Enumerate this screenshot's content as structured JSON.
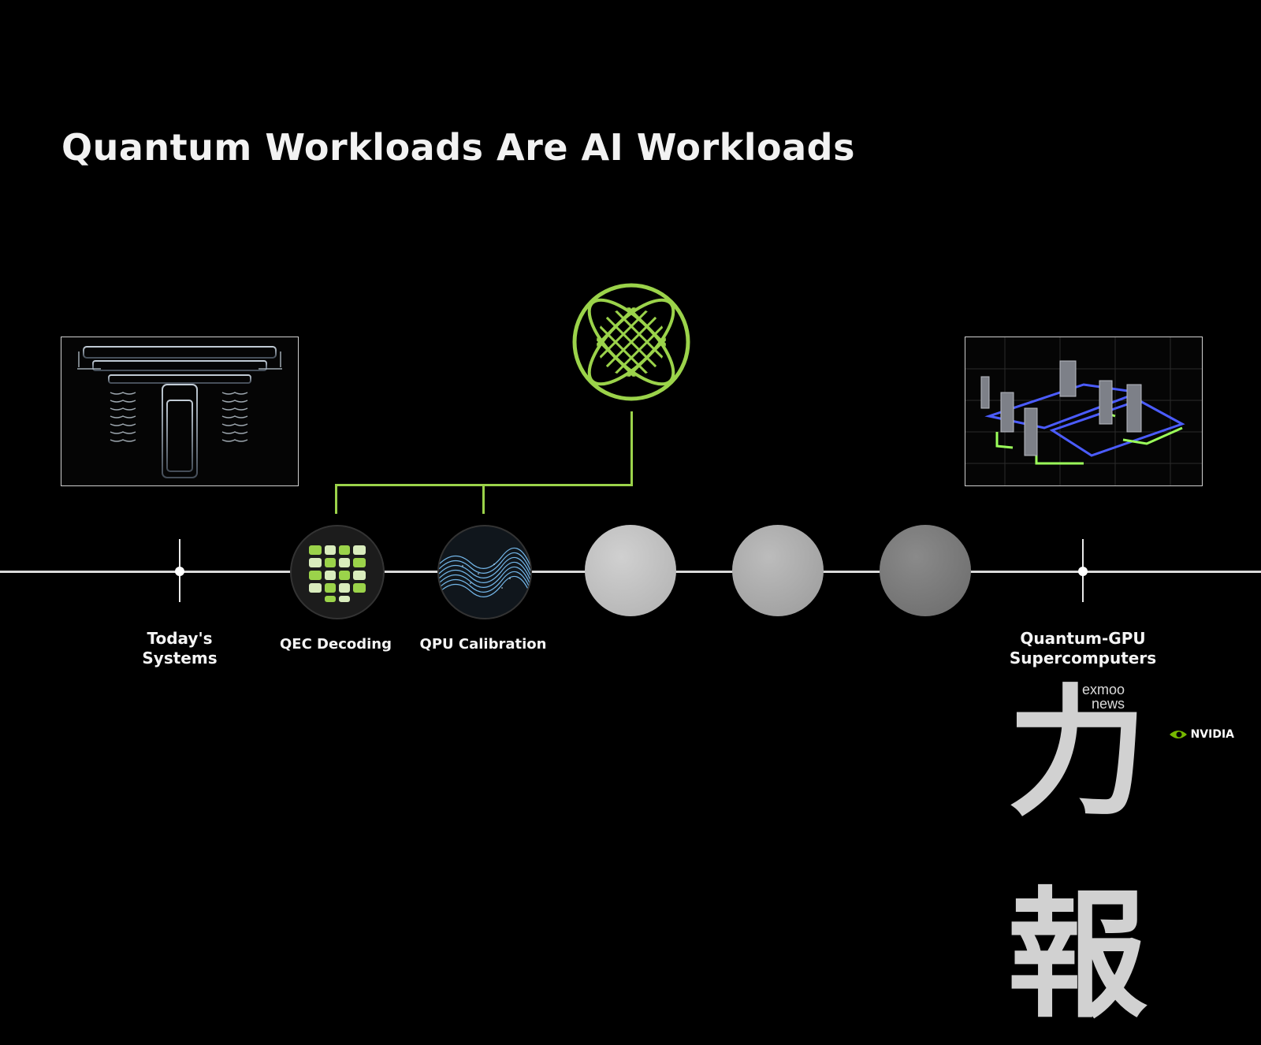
{
  "title": "Quantum Workloads Are AI Workloads",
  "timeline": {
    "start_label_line1": "Today's",
    "start_label_line2": "Systems",
    "nodes": [
      {
        "label": "QEC Decoding"
      },
      {
        "label": "QPU Calibration"
      },
      {
        "label": ""
      },
      {
        "label": ""
      },
      {
        "label": ""
      }
    ],
    "end_label_line1": "Quantum-GPU",
    "end_label_line2": "Supercomputers"
  },
  "colors": {
    "accent_green": "#9bd34a",
    "background": "#000000",
    "timeline": "#d9d9d9",
    "grey_node_1": "#bdbdbd",
    "grey_node_2": "#a9a9a9",
    "grey_node_3": "#7c7c7c",
    "blue_glow": "#4b5cff"
  },
  "icons": {
    "ai_logo": "green-orbital-sphere-icon",
    "qec": "grid-pattern-icon",
    "qpu": "wave-mesh-icon",
    "left_image": "quantum-computer-chandelier-image",
    "right_image": "quantum-gpu-datacenter-image"
  },
  "watermark": {
    "chars": "力報",
    "text_line1": "exmoo",
    "text_line2": "news"
  },
  "brand": {
    "logo_text": "NVIDIA"
  }
}
